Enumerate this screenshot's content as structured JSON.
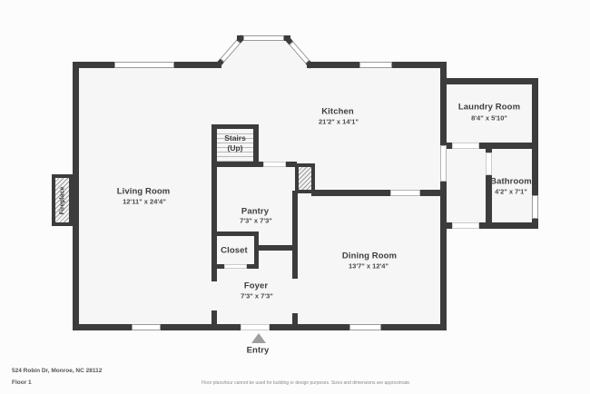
{
  "rooms": {
    "kitchen": {
      "name": "Kitchen",
      "dims": "21'2\" x 14'1\""
    },
    "laundry": {
      "name": "Laundry Room",
      "dims": "8'4\" x 5'10\""
    },
    "living": {
      "name": "Living Room",
      "dims": "12'11\" x 24'4\""
    },
    "bathroom": {
      "name": "Bathroom",
      "dims": "4'2\" x 7'1\""
    },
    "pantry": {
      "name": "Pantry",
      "dims": "7'3\" x 7'3\""
    },
    "dining": {
      "name": "Dining Room",
      "dims": "13'7\" x 12'4\""
    },
    "foyer": {
      "name": "Foyer",
      "dims": "7'3\" x 7'3\""
    },
    "closet": {
      "name": "Closet"
    },
    "stairs": {
      "name": "Stairs",
      "direction": "(Up)"
    },
    "fireplace": {
      "name": "Fireplace"
    }
  },
  "entry": {
    "label": "Entry",
    "icon": "triangle-up"
  },
  "footer": {
    "address": "524 Robin Dr, Monroe, NC 28112",
    "floor": "Floor 1",
    "disclaimer": "Floor plans/tour cannot be used for building or design purposes. Sizes and dimensions are approximate."
  },
  "colors": {
    "wall": "#3c3c3c",
    "room_fill": "#f6f6f6",
    "window_frame": "#9a9a9a",
    "entry_arrow": "#9e9e9e",
    "label_text": "#3d3d3d"
  }
}
